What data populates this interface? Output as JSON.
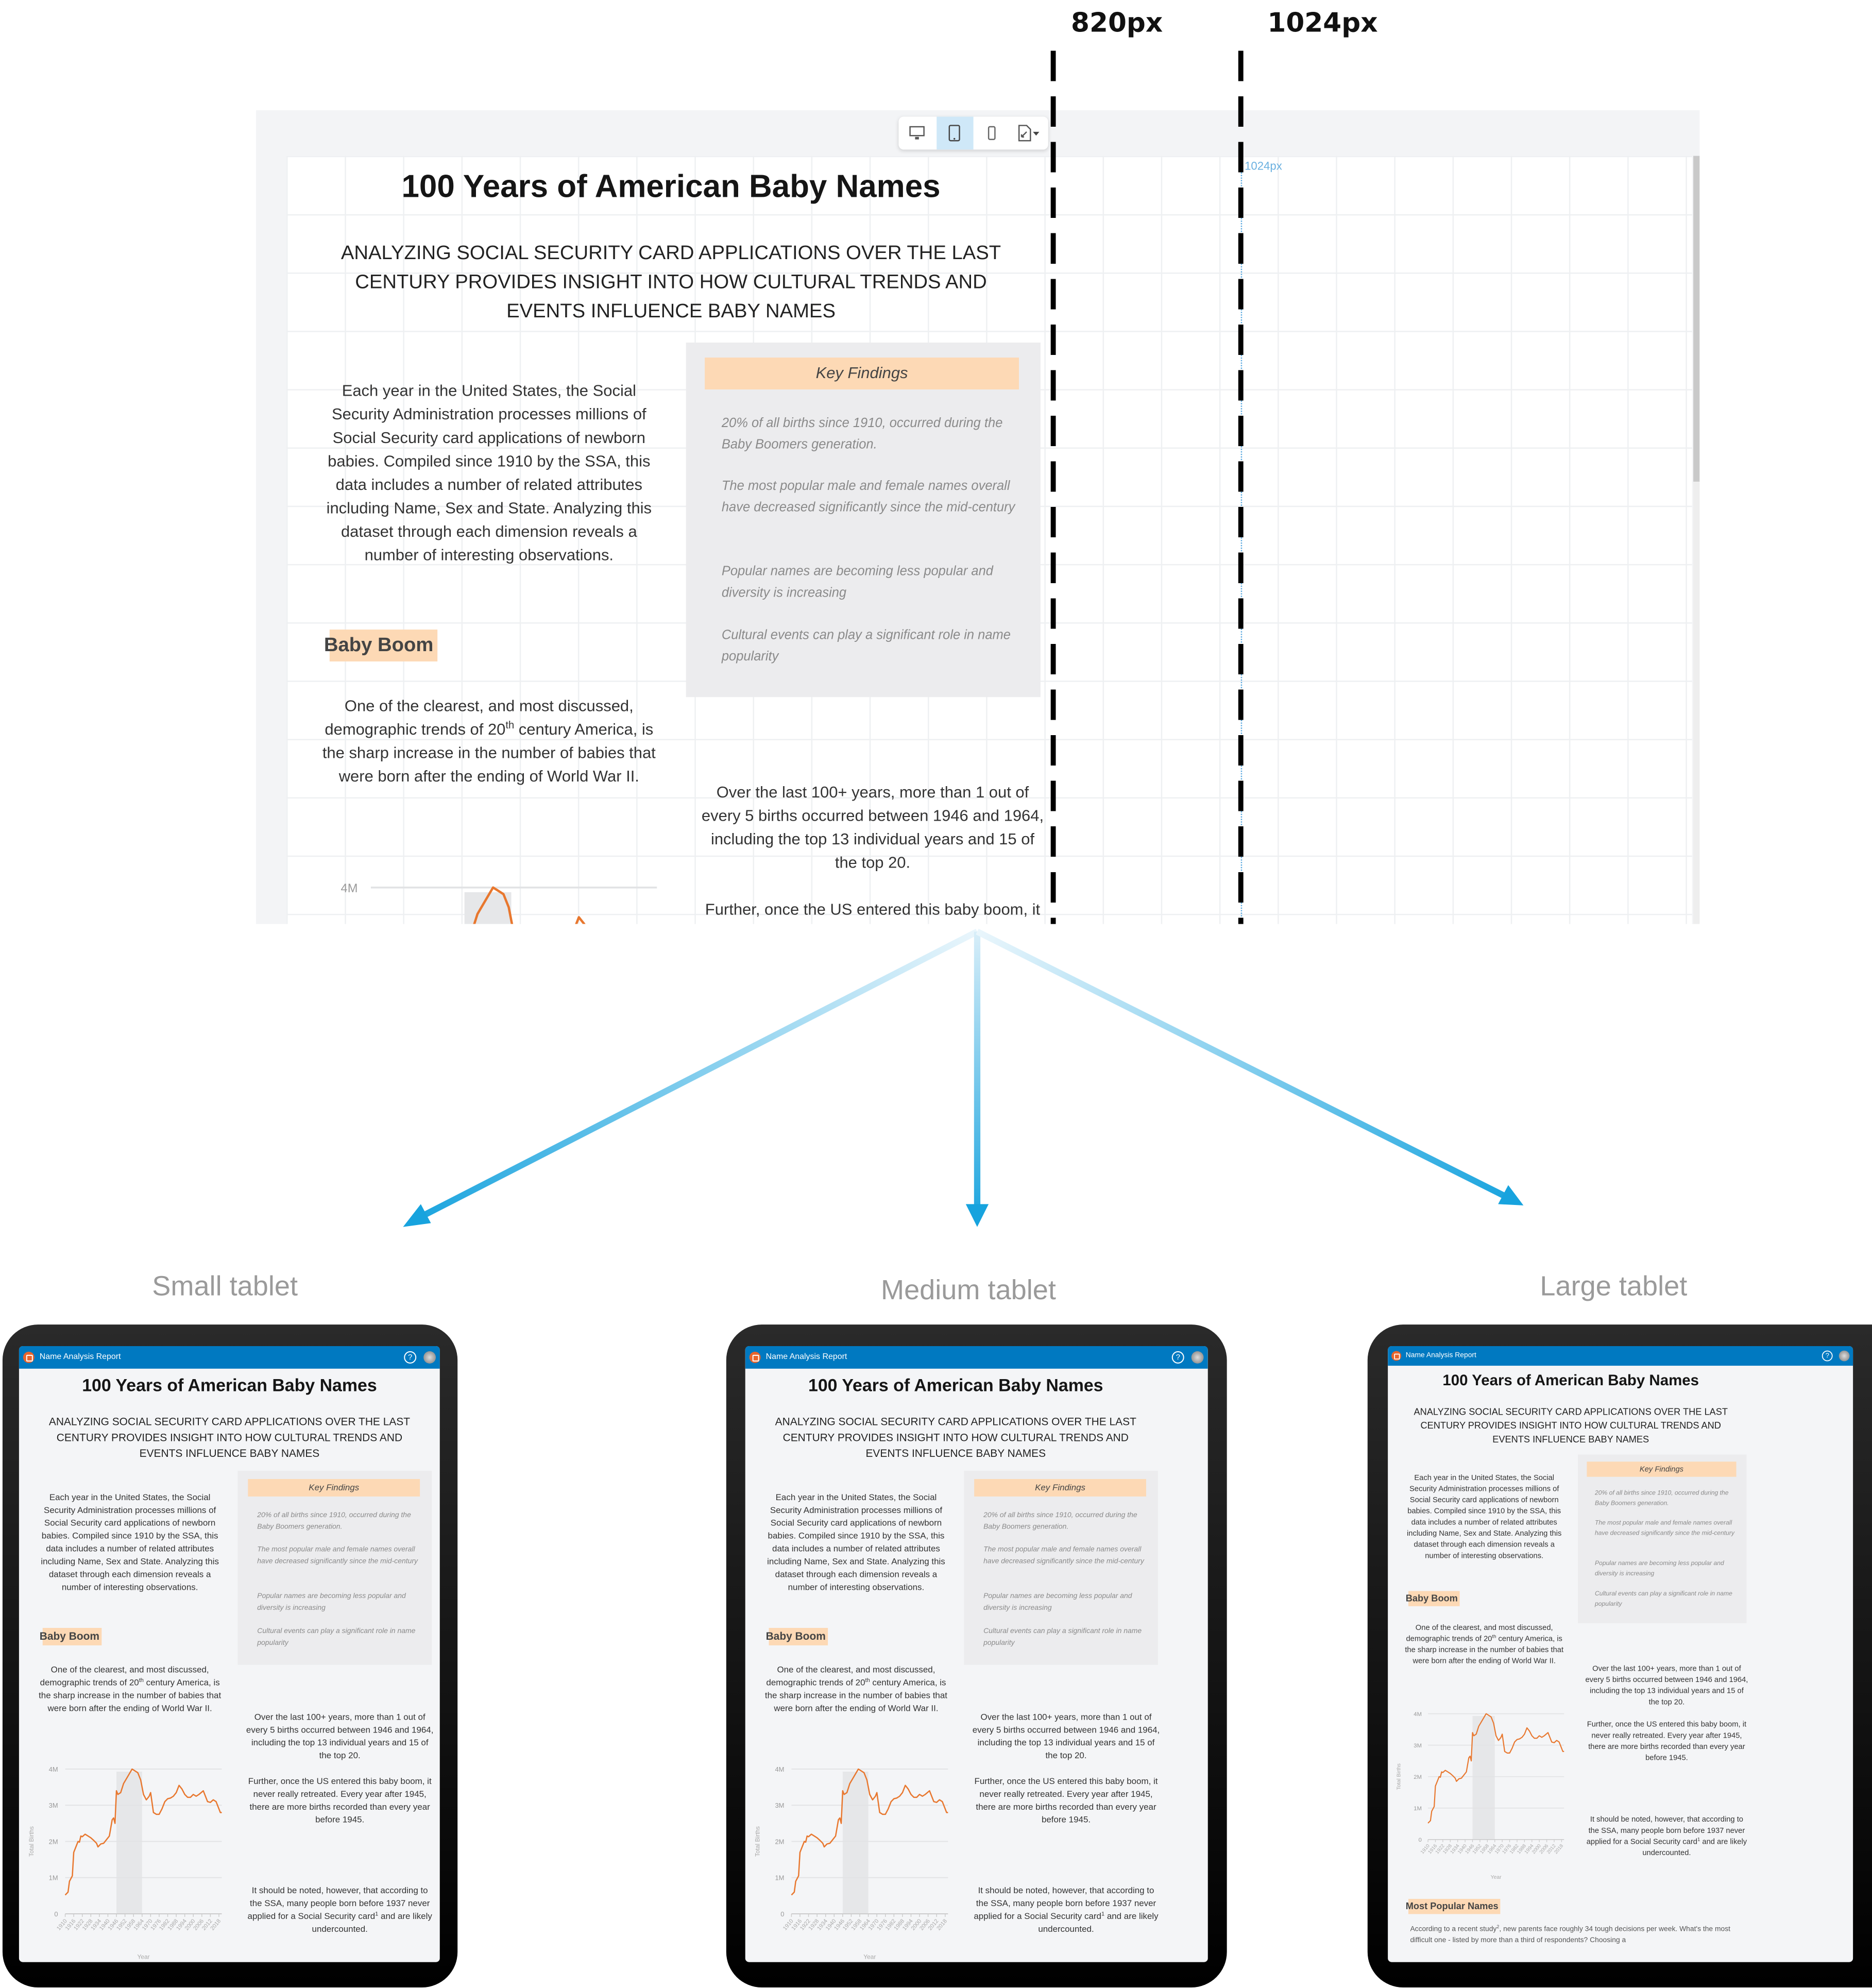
{
  "breakpoints": {
    "first": "820px",
    "second": "1024px"
  },
  "ruler_label": "1024px",
  "toolbar": {
    "items": [
      {
        "icon": "desktop-icon",
        "active": false
      },
      {
        "icon": "tablet-icon",
        "active": true
      },
      {
        "icon": "phone-icon",
        "active": false
      },
      {
        "icon": "page-size-icon",
        "active": false
      }
    ]
  },
  "devices": {
    "small": "Small tablet",
    "medium": "Medium tablet",
    "large": "Large tablet"
  },
  "app_header": {
    "title": "Name Analysis Report",
    "help": "?"
  },
  "article": {
    "title": "100 Years of American Baby Names",
    "subtitle": "Analyzing social security card applications over the last century provides insight into how cultural trends and events influence baby names",
    "intro": "Each year in the United States, the Social Security Administration processes millions of Social Security card applications of newborn babies. Compiled since 1910 by the SSA, this data includes a number of related attributes including Name, Sex and State. Analyzing this dataset through each dimension reveals a number of interesting observations.",
    "key_findings": {
      "heading": "Key Findings",
      "items": [
        "20% of all births since 1910, occurred during the Baby Boomers generation.",
        "The most popular male and female names overall have decreased significantly since the mid-century",
        "Popular names are becoming less popular and diversity is increasing",
        "Cultural events can play a significant role in name popularity"
      ]
    },
    "baby_boom": {
      "heading": "Baby Boom",
      "p1_a": "One of the clearest, and most discussed, demographic trends of 20",
      "p1_sup": "th",
      "p1_b": " century America, is the sharp increase in the number of babies that were born after the ending of World War II.",
      "p2": "Over the last 100+ years, more than 1 out of every 5 births occurred between 1946 and 1964, including the top 13 individual years and 15 of the top 20.",
      "p3": "Further, once the US entered this baby boom, it never really retreated. Every year after 1945, there are more births recorded than every year before 1945.",
      "p4_a": "It should be noted, however, that according to the SSA, many people born before 1937 never applied for a Social Security card",
      "p4_sup": "1",
      "p4_b": " and are likely undercounted."
    },
    "most_popular": {
      "heading": "Most Popular Names",
      "text_a": "According to a recent study",
      "sup": "2",
      "text_b": ", new parents face roughly 34 tough decisions per week. What's the most difficult one - listed by more than a third of respondents? Choosing a"
    }
  },
  "chart_data": {
    "type": "line",
    "title": "",
    "xlabel": "Year",
    "ylabel": "Total Births",
    "xlim": [
      1910,
      2020
    ],
    "ylim": [
      0,
      4000000
    ],
    "yticks": [
      0,
      1000000,
      2000000,
      3000000,
      4000000
    ],
    "ytick_labels": [
      "0",
      "1M",
      "2M",
      "3M",
      "4M"
    ],
    "xticks": [
      1910,
      1916,
      1922,
      1928,
      1934,
      1940,
      1946,
      1952,
      1958,
      1964,
      1970,
      1976,
      1982,
      1988,
      1994,
      2000,
      2006,
      2012,
      2018
    ],
    "highlight_range": [
      1946,
      1964
    ],
    "grid": true,
    "color": "#e8772e",
    "series": [
      {
        "name": "Total Births",
        "x": [
          1910,
          1912,
          1913,
          1915,
          1916,
          1918,
          1919,
          1920,
          1921,
          1922,
          1924,
          1926,
          1928,
          1930,
          1932,
          1933,
          1935,
          1937,
          1939,
          1941,
          1943,
          1944,
          1945,
          1946,
          1947,
          1949,
          1951,
          1954,
          1957,
          1959,
          1961,
          1963,
          1965,
          1967,
          1969,
          1970,
          1972,
          1974,
          1976,
          1978,
          1980,
          1982,
          1984,
          1986,
          1988,
          1990,
          1992,
          1994,
          1996,
          1998,
          2000,
          2002,
          2004,
          2007,
          2010,
          2012,
          2014,
          2016,
          2018,
          2019,
          2020
        ],
        "y": [
          520000,
          600000,
          900000,
          1050000,
          1700000,
          1900000,
          2000000,
          1980000,
          2150000,
          2130000,
          2200000,
          2150000,
          2100000,
          2030000,
          1950000,
          1850000,
          1930000,
          1950000,
          2050000,
          2150000,
          2600000,
          2650000,
          2500000,
          3400000,
          3300000,
          3350000,
          3600000,
          3800000,
          4000000,
          3950000,
          3900000,
          3700000,
          3300000,
          3150000,
          3250000,
          3350000,
          2800000,
          2750000,
          2750000,
          2900000,
          3100000,
          3180000,
          3200000,
          3250000,
          3350000,
          3550000,
          3450000,
          3300000,
          3220000,
          3220000,
          3300000,
          3250000,
          3300000,
          3400000,
          3100000,
          3080000,
          3150000,
          3100000,
          2900000,
          2800000,
          2800000
        ]
      }
    ]
  }
}
